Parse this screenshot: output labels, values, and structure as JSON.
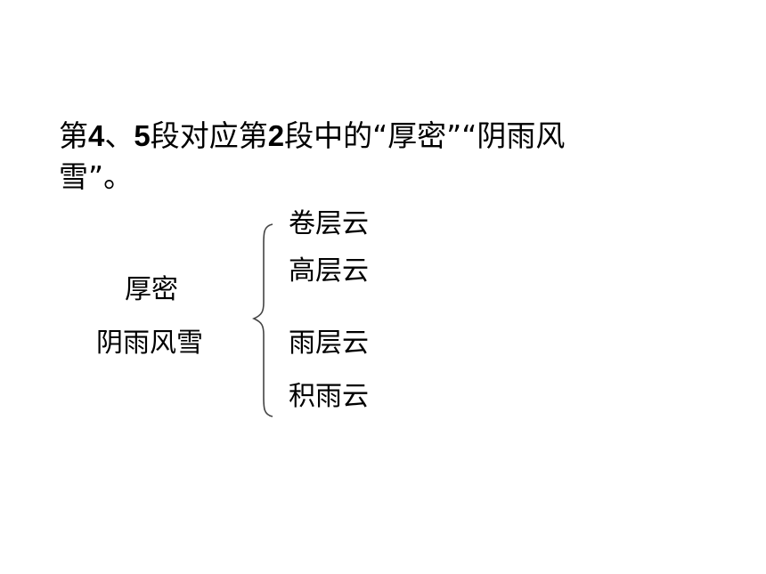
{
  "heading": {
    "p1": "第",
    "n1": "4",
    "p2": "、",
    "n2": "5",
    "p3": "段对应第",
    "n3": "2",
    "p4": "段中的“厚密”“阴雨风",
    "p5": "雪”。"
  },
  "terms": [
    "厚密",
    "阴雨风雪"
  ],
  "clouds": [
    "卷层云",
    "高层云",
    "雨层云",
    "积雨云"
  ],
  "colors": {
    "text": "#000000",
    "background": "#ffffff",
    "brace": "#444444"
  }
}
